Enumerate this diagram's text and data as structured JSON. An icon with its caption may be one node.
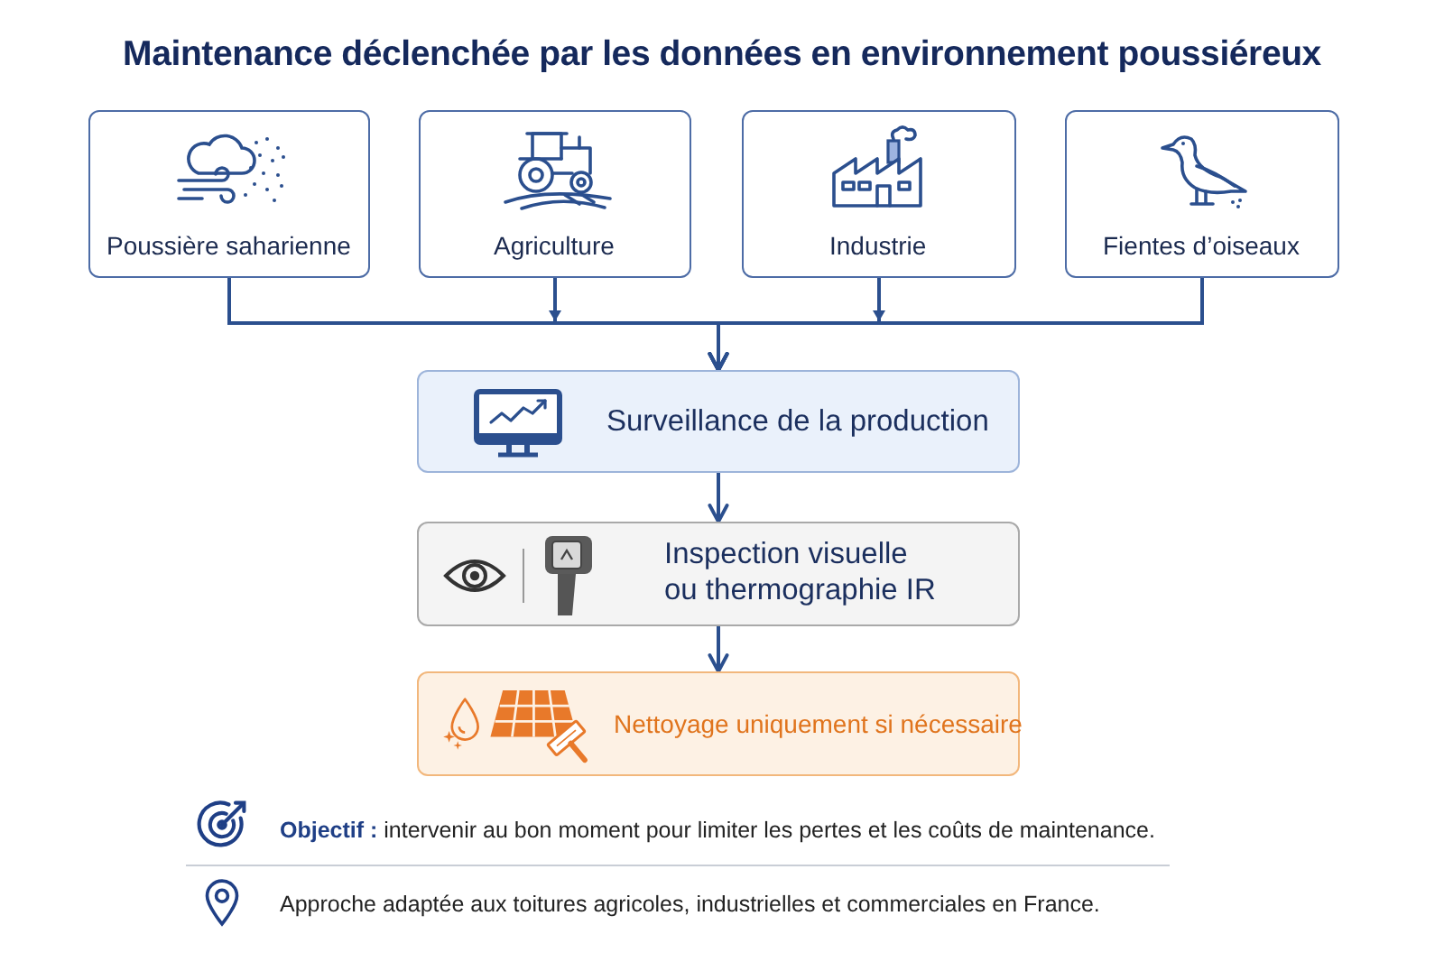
{
  "diagram": {
    "title": "Maintenance déclenchée par les données en environnement poussiéreux",
    "nodes": [
      {
        "text": [
          "Poussière saharienne"
        ]
      },
      {
        "text": [
          "Agriculture"
        ]
      },
      {
        "text": [
          "Industrie"
        ]
      },
      {
        "text": [
          "Fientes d’oiseaux"
        ]
      },
      {
        "text": [
          "Surveillance de la production"
        ]
      },
      {
        "text": [
          "Inspection visuelle ou thermographie IR"
        ]
      },
      {
        "text": [
          "Nettoyage uniquement si nécessaire"
        ]
      }
    ],
    "edges": [
      {
        "from": 0,
        "to": 4,
        "arrow": "to"
      },
      {
        "from": 1,
        "to": 4,
        "arrow": "to"
      },
      {
        "from": 2,
        "to": 4,
        "arrow": "to"
      },
      {
        "from": 3,
        "to": 4,
        "arrow": "to"
      },
      {
        "from": 4,
        "to": 5,
        "arrow": "to"
      },
      {
        "from": 5,
        "to": 6,
        "arrow": "to"
      }
    ],
    "labels": [
      "**Objectif :** intervenir au bon moment pour limiter les pertes et les coûts de maintenance.",
      "Approche adaptée aux toitures agricoles, industrielles et commerciales en France."
    ]
  }
}
